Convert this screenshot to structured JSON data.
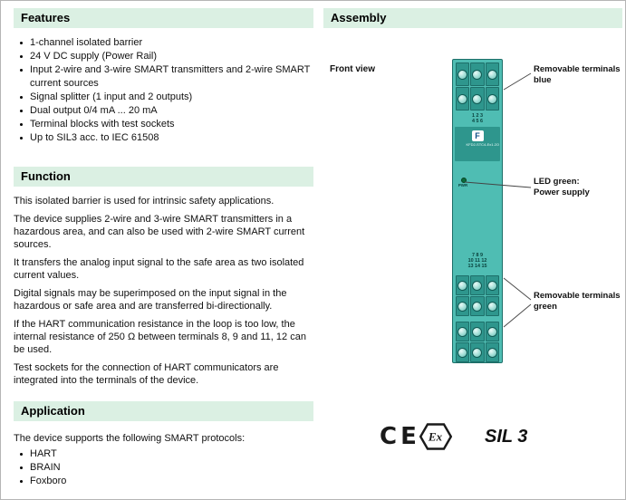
{
  "colors": {
    "heading-bg": "#dbf0e3",
    "device-teal": "#4fbdb3",
    "device-dark": "#2e968d",
    "device-outline": "#1d6f69"
  },
  "features": {
    "title": "Features",
    "items": [
      "1-channel isolated barrier",
      "24 V DC supply (Power Rail)",
      "Input 2-wire and 3-wire SMART transmitters and 2-wire SMART current sources",
      "Signal splitter (1 input and 2 outputs)",
      "Dual output 0/4 mA ... 20 mA",
      "Terminal blocks with test sockets",
      "Up to SIL3 acc. to IEC 61508"
    ]
  },
  "function": {
    "title": "Function",
    "paragraphs": [
      "This isolated barrier is used for intrinsic safety applications.",
      "The device supplies 2-wire and 3-wire SMART transmitters in a hazardous area, and can also be used with 2-wire SMART current sources.",
      "It transfers the analog input signal to the safe area as two isolated current values.",
      "Digital signals may be superimposed on the input signal in the hazardous or safe area and are transferred bi-directionally.",
      "If the HART communication resistance in the loop is too low, the internal resistance of 250 Ω between terminals 8, 9 and 11, 12 can be used.",
      "Test sockets for the connection of HART communicators are integrated into the terminals of the device."
    ]
  },
  "application": {
    "title": "Application",
    "intro": "The device supports the following SMART protocols:",
    "items": [
      "HART",
      "BRAIN",
      "Foxboro"
    ]
  },
  "assembly": {
    "title": "Assembly",
    "front_view_label": "Front view",
    "device": {
      "brand_letter": "F",
      "model": "KFD2-STC4-Ex1.2O",
      "led_label": "PWR",
      "top_terminal_numbers": [
        "1 2 3",
        "4 5 6"
      ],
      "terminal_numbers": [
        "7 8 9",
        "10 11 12",
        "13 14 15"
      ]
    },
    "callouts": [
      {
        "lines": [
          "Removable terminals",
          "blue"
        ]
      },
      {
        "lines": [
          "LED green:",
          "Power supply"
        ]
      },
      {
        "lines": [
          "Removable terminals",
          "green"
        ]
      }
    ],
    "marks": {
      "ce": "CE",
      "ex": "Ex",
      "sil": "SIL 3"
    }
  }
}
